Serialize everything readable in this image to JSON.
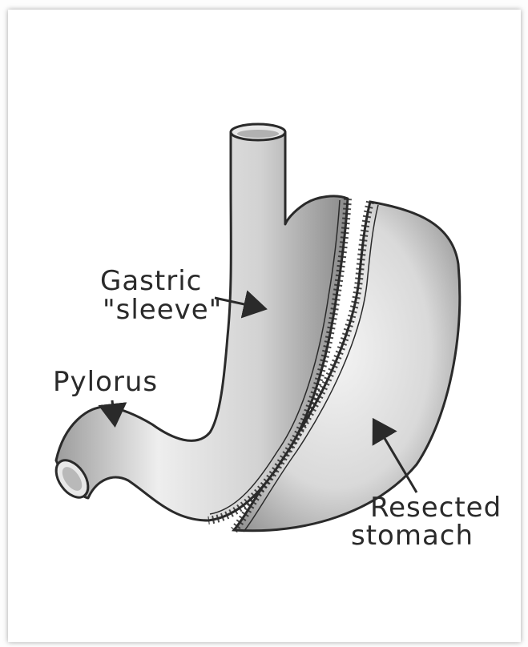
{
  "diagram": {
    "labels": {
      "sleeve_line1": "Gastric",
      "sleeve_line2": "\"sleeve\"",
      "pylorus": "Pylorus",
      "resected_line1": "Resected",
      "resected_line2": "stomach"
    }
  }
}
